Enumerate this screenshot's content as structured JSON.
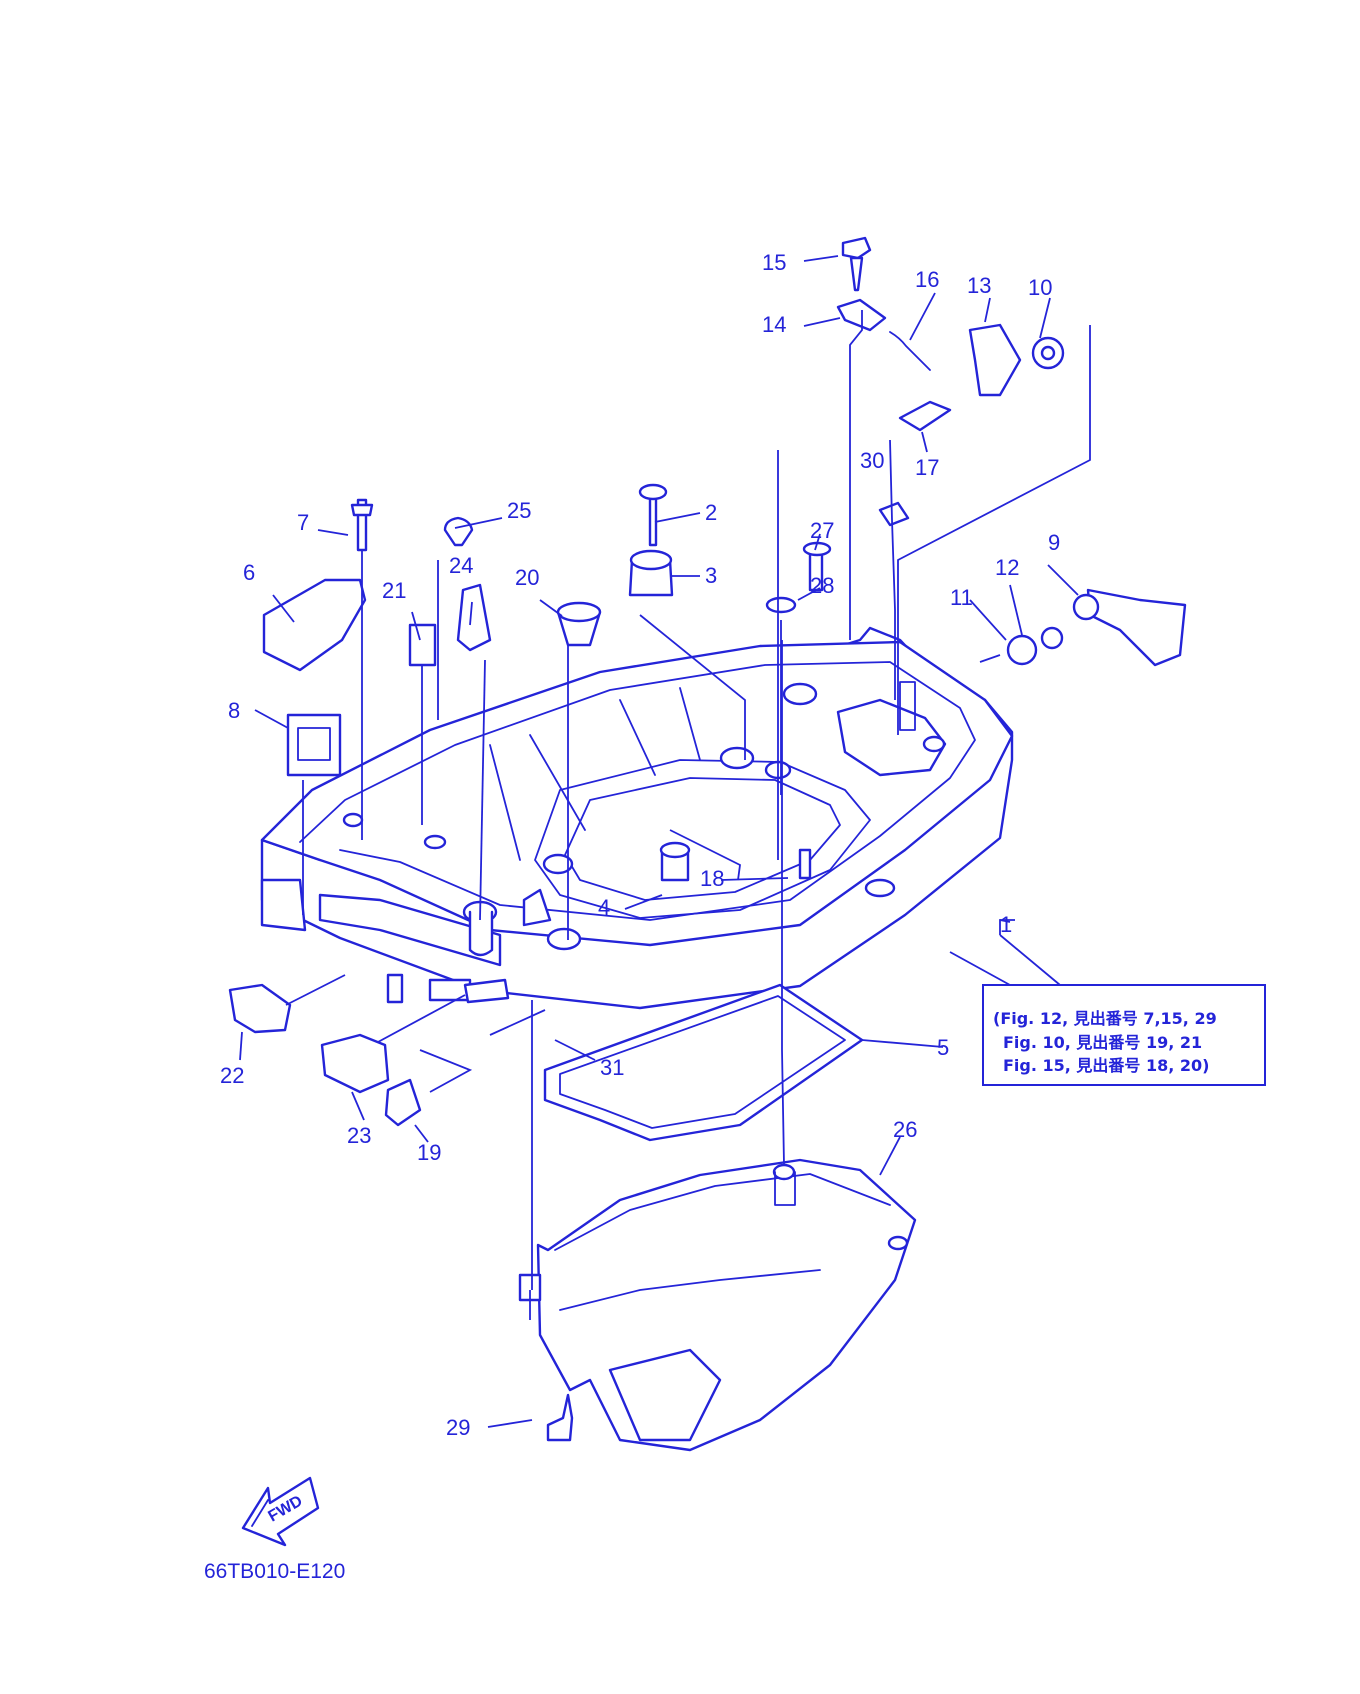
{
  "colors": {
    "ink": "#2424d8",
    "paper": "#ffffff"
  },
  "callouts": {
    "p1": "1",
    "p2": "2",
    "p3": "3",
    "p4": "4",
    "p5": "5",
    "p6": "6",
    "p7": "7",
    "p8": "8",
    "p9": "9",
    "p10": "10",
    "p11": "11",
    "p12": "12",
    "p13": "13",
    "p14": "14",
    "p15": "15",
    "p16": "16",
    "p17": "17",
    "p18": "18",
    "p19": "19",
    "p20": "20",
    "p21": "21",
    "p22": "22",
    "p23": "23",
    "p24": "24",
    "p25": "25",
    "p26": "26",
    "p27": "27",
    "p28": "28",
    "p29": "29",
    "p30": "30",
    "p31": "31"
  },
  "note": {
    "lines": [
      "(Fig. 12, 見出番号 7,15, 29",
      "Fig. 10, 見出番号 19, 21",
      "Fig. 15, 見出番号 18, 20)"
    ]
  },
  "fwd_label": "FWD",
  "diagram_code": "66TB010-E120"
}
